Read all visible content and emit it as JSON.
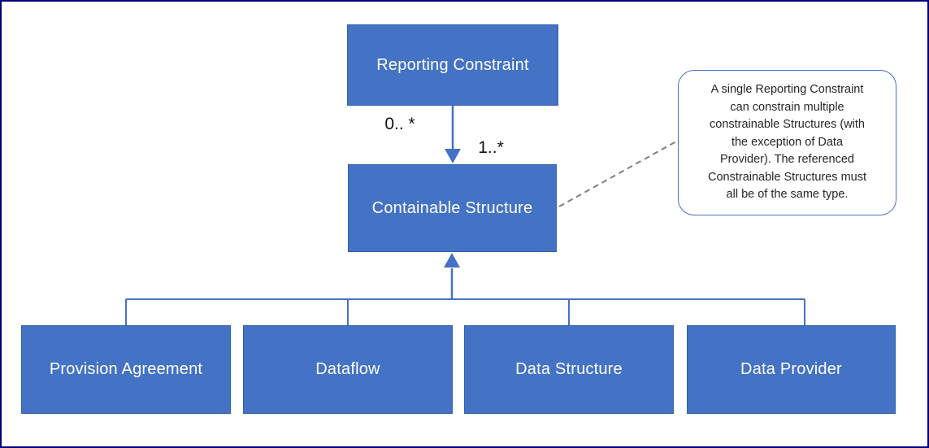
{
  "diagram": {
    "nodes": {
      "reporting_constraint": "Reporting Constraint",
      "containable_structure": "Containable Structure",
      "provision_agreement": "Provision Agreement",
      "dataflow": "Dataflow",
      "data_structure": "Data Structure",
      "data_provider": "Data Provider"
    },
    "edge_labels": {
      "source_multiplicity": "0.. *",
      "target_multiplicity": "1..*"
    },
    "note": {
      "lines": [
        "A single Reporting Constraint",
        "can constrain multiple",
        "constrainable Structures (with",
        "the exception of Data",
        "Provider). The referenced",
        "Constrainable Structures must",
        "all be of the same type."
      ]
    },
    "colors": {
      "node_fill": "#4472C4",
      "node_border": "#3461A9",
      "node_text": "#FFFFFF",
      "connector": "#4472C4",
      "dashed_connector": "#7F7F7F",
      "note_border": "#4472C4",
      "note_text": "#262626",
      "canvas_border": "#000080",
      "label_text": "#111111"
    }
  }
}
